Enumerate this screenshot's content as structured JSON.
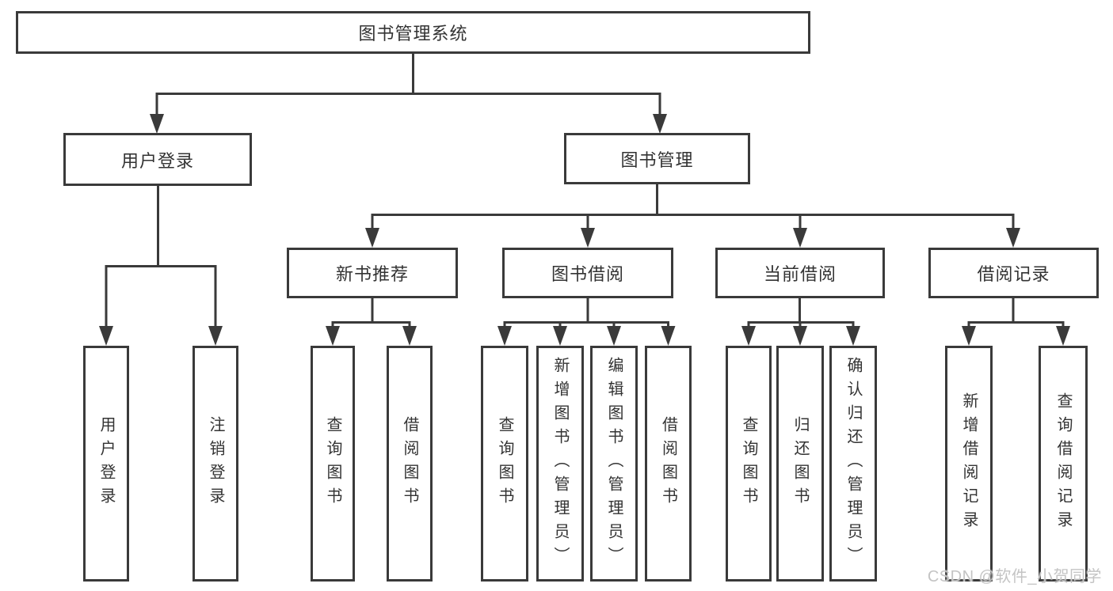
{
  "diagram": {
    "root": "图书管理系统",
    "user_login": {
      "label": "用户登录",
      "children": [
        "用户登录",
        "注销登录"
      ]
    },
    "book_management": {
      "label": "图书管理",
      "sections": [
        {
          "label": "新书推荐",
          "children": [
            "查询图书",
            "借阅图书"
          ]
        },
        {
          "label": "图书借阅",
          "children": [
            "查询图书",
            "新增图书（管理员）",
            "编辑图书（管理员）",
            "借阅图书"
          ]
        },
        {
          "label": "当前借阅",
          "children": [
            "查询图书",
            "归还图书",
            "确认归还（管理员）"
          ]
        },
        {
          "label": "借阅记录",
          "children": [
            "新增借阅记录",
            "查询借阅记录"
          ]
        }
      ]
    }
  },
  "watermark": {
    "text": "CSDN @软件_小贺同学"
  },
  "colors": {
    "line": "#3a3a3a",
    "text": "#333333",
    "background": "#ffffff",
    "watermark": "#c4c4c4"
  }
}
